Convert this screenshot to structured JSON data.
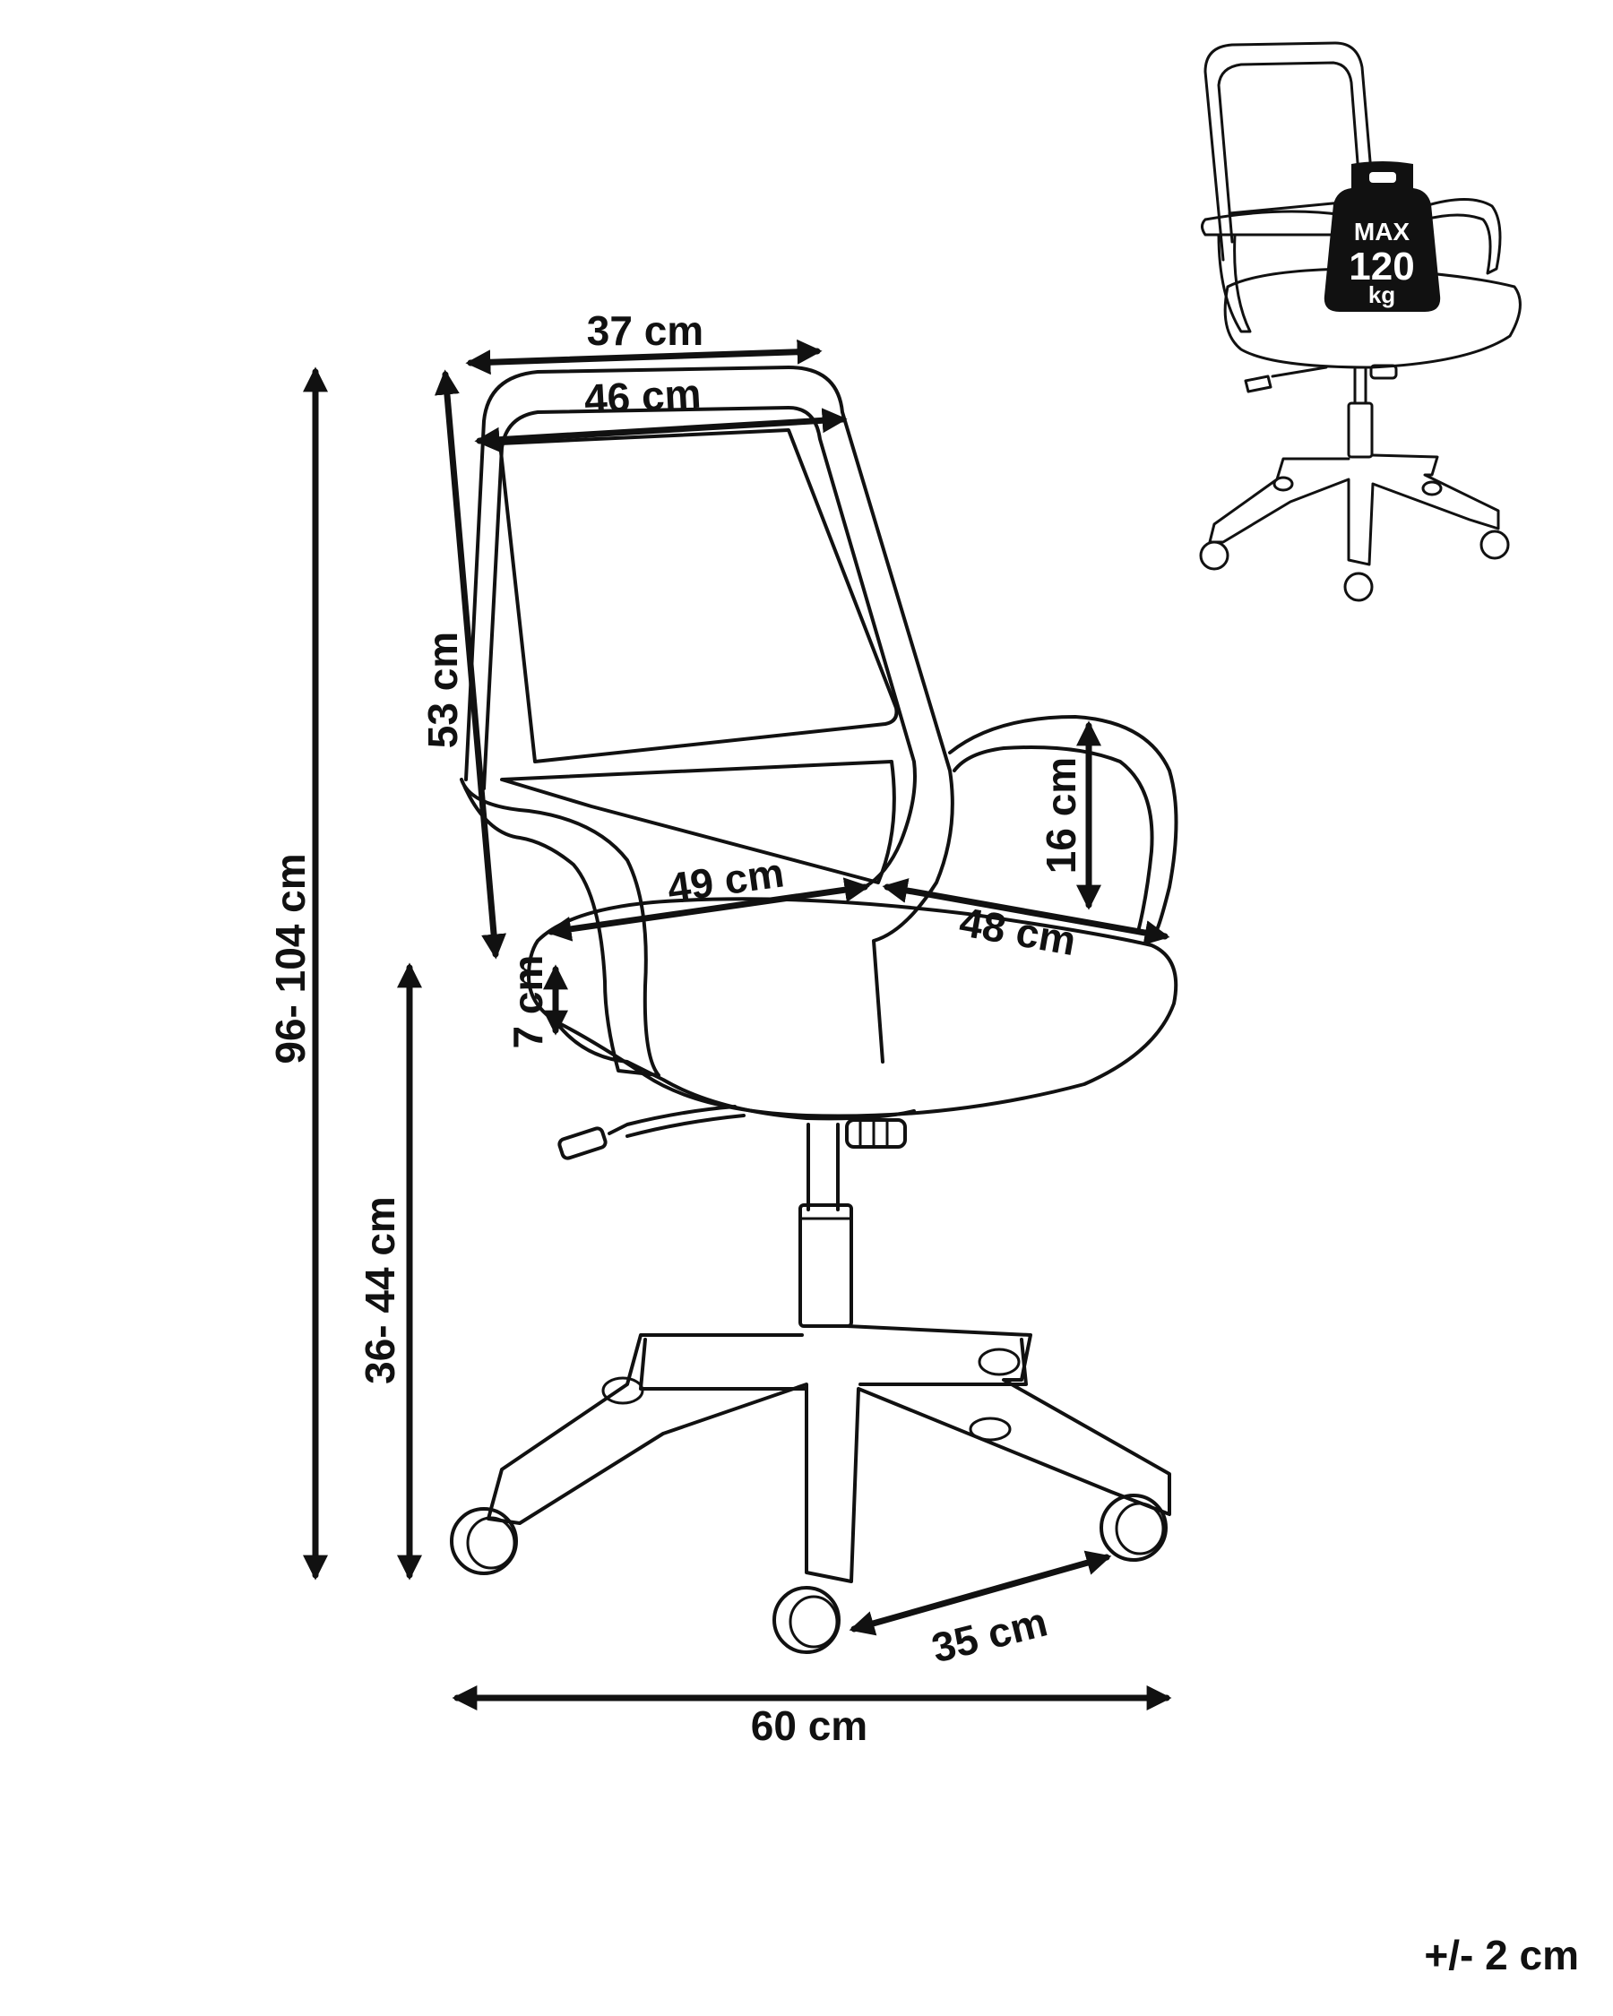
{
  "colors": {
    "line": "#111111",
    "background": "#ffffff",
    "weight_fill": "#111111",
    "weight_text": "#ffffff"
  },
  "dimensions": {
    "backrest_top_width": "37 cm",
    "backrest_width": "46 cm",
    "backrest_height": "53 cm",
    "total_height": "96- 104 cm",
    "seat_height": "36- 44 cm",
    "seat_width": "49 cm",
    "seat_depth": "48 cm",
    "armrest_height": "16 cm",
    "seat_thickness": "7 cm",
    "base_width": "60 cm",
    "wheel_distance": "35 cm"
  },
  "max_load": {
    "line1": "MAX",
    "line2": "120",
    "line3": "kg",
    "icon": "weight-icon"
  },
  "tolerance": "+/- 2 cm"
}
